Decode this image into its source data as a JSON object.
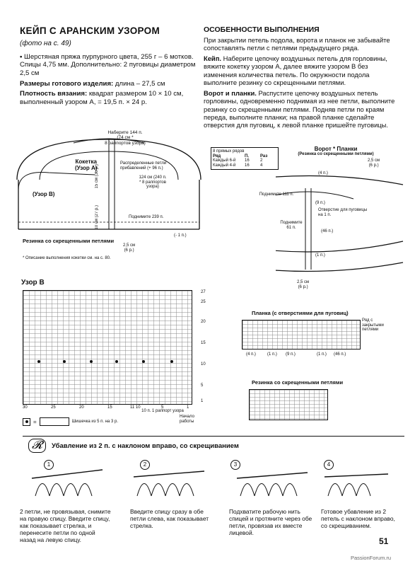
{
  "title": "КЕЙП С АРАНСКИМ УЗОРОМ",
  "ref": "(фото на с. 49)",
  "materials": "Шерстяная пряжа пурпурного цвета, 255 г – 6 мотков. Спицы 4,75 мм. Дополнительно: 2 пуговицы диаметром 2,5 см",
  "size_label": "Размеры готового изделия:",
  "size_value": "длина – 27,5 см",
  "density_label": "Плотность вязания:",
  "density_value": "квадрат размером 10 × 10 см, выполненный узором А, = 19,5 п. × 24 р.",
  "features_title": "ОСОБЕННОСТИ ВЫПОЛНЕНИЯ",
  "features_text": "При закрытии петель подола, ворота и планок не забывайте сопоставлять петли с петлями предыдущего ряда.",
  "keip_label": "Кейп.",
  "keip_text": "Наберите цепочку воздушных петель для горловины, вяжите кокетку узором А, далее вяжите узором В без изменения количества петель. По окружности подола выполните резинку со скрещенными петлями.",
  "collar_label": "Ворот и планки.",
  "collar_text": "Распустите цепочку воздушных петель горловины, одновременно поднимая из нее петли, выполните резинку со скрещенными петлями. Подняв петли по краям переда, выполните планки; на правой планке сделайте отверстия для пуговиц, к левой планке пришейте пуговицы.",
  "schema_left": {
    "top_note": "Наберите 144 п.",
    "top_note2": "(74 см *",
    "top_note3": "8 раппортов узора)",
    "kokette": "Кокетка",
    "uzor_a": "(Узор А)",
    "uzor_b": "(Узор В)",
    "dim_15": "15 см (36 р.)",
    "dim_10": "10 см (27 р.)",
    "distributed": "Распределенные петли прибавлений (+ 96 п.)",
    "count_124": "124 см (240 п.",
    "count_124b": "* 8 раппортов",
    "count_124c": "узора)",
    "raise_239": "Поднимите 239 п.",
    "minus1": "(- 1 п.)",
    "rib_label": "Резинка со скрещенными петлями",
    "dim_25": "2,5 см",
    "dim_6r": "(6 р.)",
    "footnote": "* Описание выполнения кокетки см. на с. 80."
  },
  "increase_table": {
    "caption": "8 прямых рядов",
    "headers": [
      "Ряд",
      "П.",
      "Раз"
    ],
    "rows": [
      [
        "Каждый 6-й",
        "16",
        "2"
      ],
      [
        "Каждый 4-й",
        "16",
        "4"
      ]
    ]
  },
  "schema_right": {
    "title": "Ворот * Планки",
    "subtitle": "(Резинка со скрещенными петлями)",
    "dim_25": "2,5 см",
    "dim_6r": "(6 р.)",
    "n4": "(4 п.)",
    "raise_111": "Поднимите 111 п.",
    "n9": "(9 п.)",
    "holes": "Отверстие для пуговицы на 1 п.",
    "raise_61": "Поднимите 61 п.",
    "n46": "(46 п.)",
    "n1": "(1 п.)",
    "bottom_dim": "2,5 см",
    "bottom_dim2": "(6 р.)"
  },
  "pattern_b": {
    "title": "Узор В",
    "row_nums": [
      "27",
      "25",
      "20",
      "15",
      "10",
      "5",
      "1"
    ],
    "col_nums": [
      "30",
      "25",
      "20",
      "15",
      "11 10",
      "5",
      "1"
    ],
    "legend": "Шишечка из 5 п. на 3 р.",
    "rapport": "10 п. 1 раппорт узора",
    "start": "Начало работы"
  },
  "planka": {
    "title": "Планка (с отверстиями для пуговиц)",
    "row_note": "Ряд с закрытыми петлями",
    "nums": [
      "(4 п.)",
      "(1 п.)",
      "(9 п.)",
      "(1 п.)",
      "(46 п.)"
    ]
  },
  "rib": {
    "title": "Резинка со скрещенными петлями"
  },
  "decrease": {
    "title": "Убавление из 2 п. с наклоном вправо, со скрещиванием",
    "steps": [
      {
        "num": "1",
        "text": "2 петли, не провязывая, снимите на правую спицу. Введите спицу, как показывает стрелка, и перенесите петли по одной назад на левую спицу."
      },
      {
        "num": "2",
        "text": "Введите спицу сразу в обе петли слева, как показывает стрелка."
      },
      {
        "num": "3",
        "text": "Подхватите рабочую нить спицей и протяните через обе петли, провязав их вместе лицевой."
      },
      {
        "num": "4",
        "text": "Готовое убавление из 2 петель с наклоном вправо, со скрещиванием."
      }
    ]
  },
  "page_number": "51",
  "watermark": "PassionForum.ru",
  "colors": {
    "ink": "#111111",
    "grid": "#888888"
  }
}
